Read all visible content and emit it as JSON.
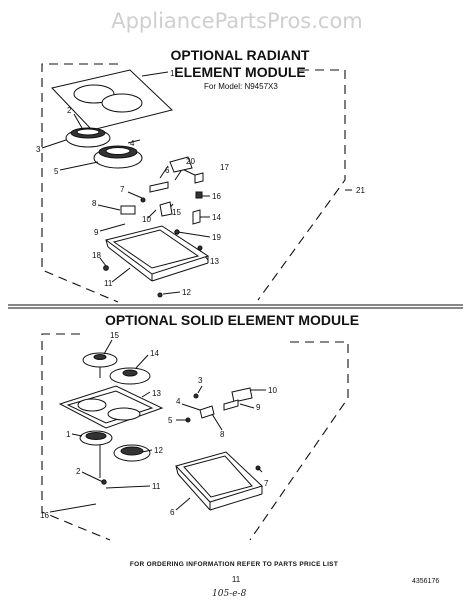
{
  "watermark": "AppliancePartsPros.com",
  "top_section": {
    "title_line1": "OPTIONAL RADIANT",
    "title_line2": "ELEMENT MODULE",
    "model_note": "For Model: N9457X3",
    "callouts": [
      "1",
      "2",
      "3",
      "4",
      "5",
      "20",
      "17",
      "6",
      "16",
      "7",
      "21",
      "8",
      "15",
      "10",
      "14",
      "9",
      "19",
      "18",
      "13",
      "11",
      "12"
    ]
  },
  "bottom_section": {
    "title": "OPTIONAL SOLID ELEMENT MODULE",
    "callouts": [
      "15",
      "14",
      "3",
      "10",
      "13",
      "4",
      "9",
      "5",
      "8",
      "1",
      "12",
      "2",
      "11",
      "7",
      "16",
      "6"
    ]
  },
  "footer": {
    "order_note": "FOR ORDERING INFORMATION REFER TO PARTS PRICE LIST",
    "page_number": "11",
    "part_number": "4356176",
    "handwritten": "105-e-8"
  }
}
